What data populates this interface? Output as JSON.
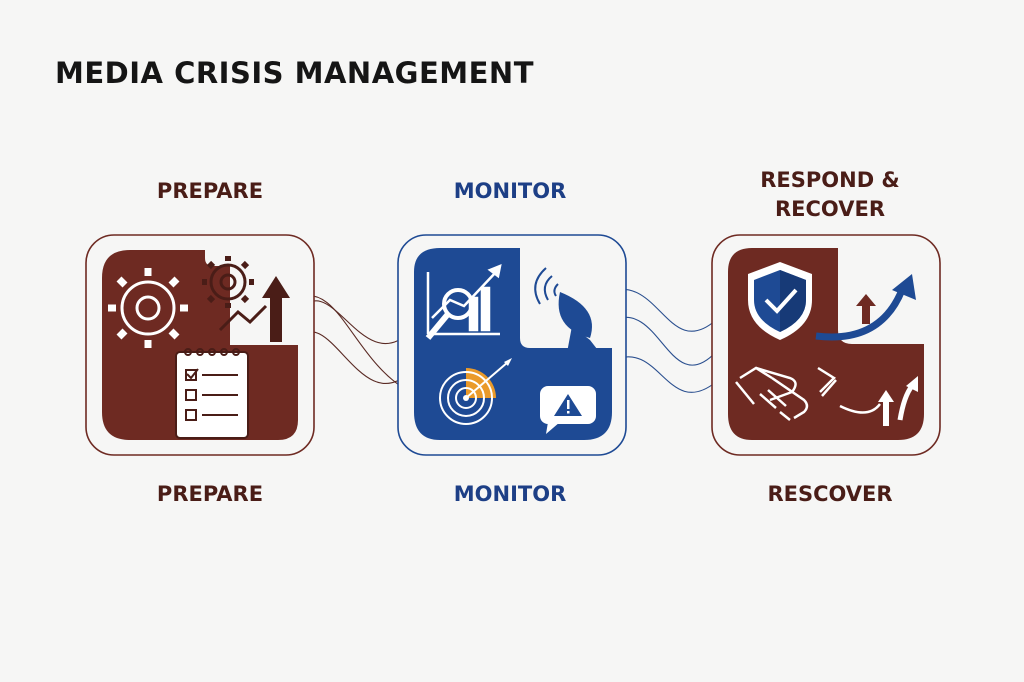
{
  "title": "MEDIA CRISIS MANAGEMENT",
  "colors": {
    "brown": "#6e2a22",
    "brown_dark": "#4a1d17",
    "blue": "#1e4a94",
    "blue_dark": "#1d3f86",
    "orange": "#ea9a2a",
    "light": "#f6f6f5"
  },
  "stages": [
    {
      "top_label": "PREPARE",
      "bottom_label": "PREPARE",
      "icons": [
        "gear-icon",
        "small-gear-icon",
        "growth-arrow-icon",
        "checklist-icon"
      ]
    },
    {
      "top_label": "MONITOR",
      "bottom_label": "MONITOR",
      "icons": [
        "analytics-magnifier-icon",
        "satellite-dish-icon",
        "radar-target-icon",
        "alert-bubble-icon"
      ]
    },
    {
      "top_label": "RESPOND &\nRECOVER",
      "bottom_label": "RESCOVER",
      "icons": [
        "shield-check-icon",
        "curved-up-arrow-icon",
        "handshake-icon",
        "recovery-arrows-icon"
      ]
    }
  ]
}
